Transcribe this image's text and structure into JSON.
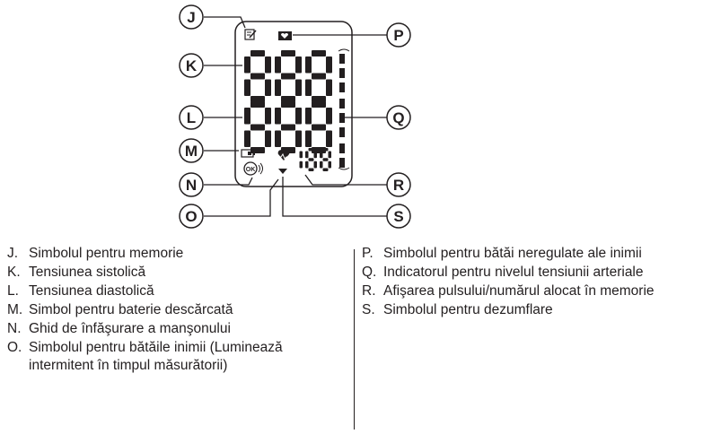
{
  "callouts": {
    "J": "J",
    "K": "K",
    "L": "L",
    "M": "M",
    "N": "N",
    "O": "O",
    "P": "P",
    "Q": "Q",
    "R": "R",
    "S": "S"
  },
  "display": {
    "systolic": "888",
    "diastolic": "888",
    "pulse": "188",
    "ok_badge": "OK"
  },
  "legend_left": [
    {
      "key": "J.",
      "text": "Simbolul pentru memorie"
    },
    {
      "key": "K.",
      "text": "Tensiunea sistolică"
    },
    {
      "key": "L.",
      "text": "Tensiunea diastolică"
    },
    {
      "key": "M.",
      "text": "Simbol pentru baterie descărcată"
    },
    {
      "key": "N.",
      "text": "Ghid de înfăşurare a manşonului"
    },
    {
      "key": "O.",
      "text": "Simbolul pentru bătăile inimii (Luminează intermitent în timpul măsurătorii)"
    }
  ],
  "legend_right": [
    {
      "key": "P.",
      "text": "Simbolul pentru bătăi neregulate ale inimii"
    },
    {
      "key": "Q.",
      "text": "Indicatorul pentru nivelul tensiunii arteriale"
    },
    {
      "key": "R.",
      "text": "Afişarea pulsului/numărul alocat în memorie"
    },
    {
      "key": "S.",
      "text": "Simbolul pentru dezumflare"
    }
  ]
}
